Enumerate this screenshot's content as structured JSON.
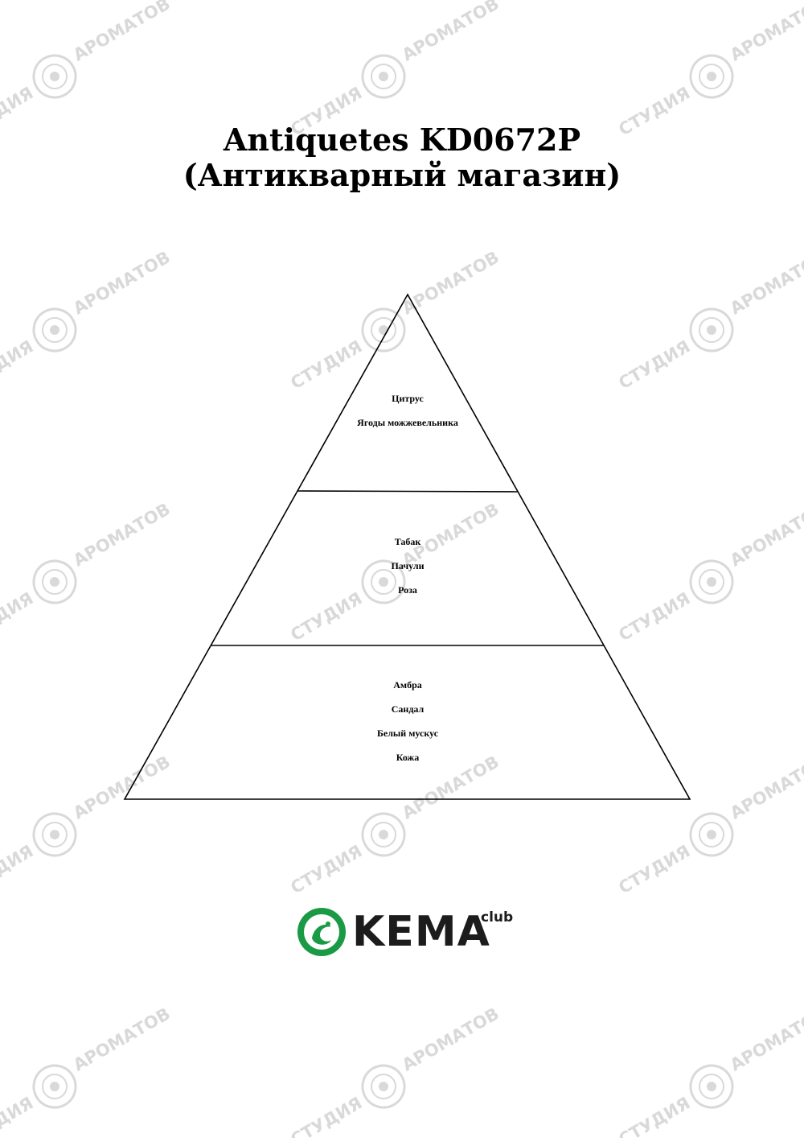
{
  "title": {
    "line1": "Antiquetes KD0672P",
    "line2": "(Антикварный магазин)"
  },
  "pyramid": {
    "levels": [
      {
        "name": "top",
        "notes": [
          "Цитрус",
          "Ягоды можжевельника"
        ]
      },
      {
        "name": "middle",
        "notes": [
          "Табак",
          "Пачули",
          "Роза"
        ]
      },
      {
        "name": "base",
        "notes": [
          "Амбра",
          "Сандал",
          "Белый мускус",
          "Кожа"
        ]
      }
    ]
  },
  "logo": {
    "text": "KEMA",
    "superscript": "club",
    "brand_color": "#1a9a44"
  },
  "watermark": {
    "text_left": "СТУДИЯ",
    "text_right": "АРОМАТОВ",
    "color": "#d9d9d9"
  }
}
